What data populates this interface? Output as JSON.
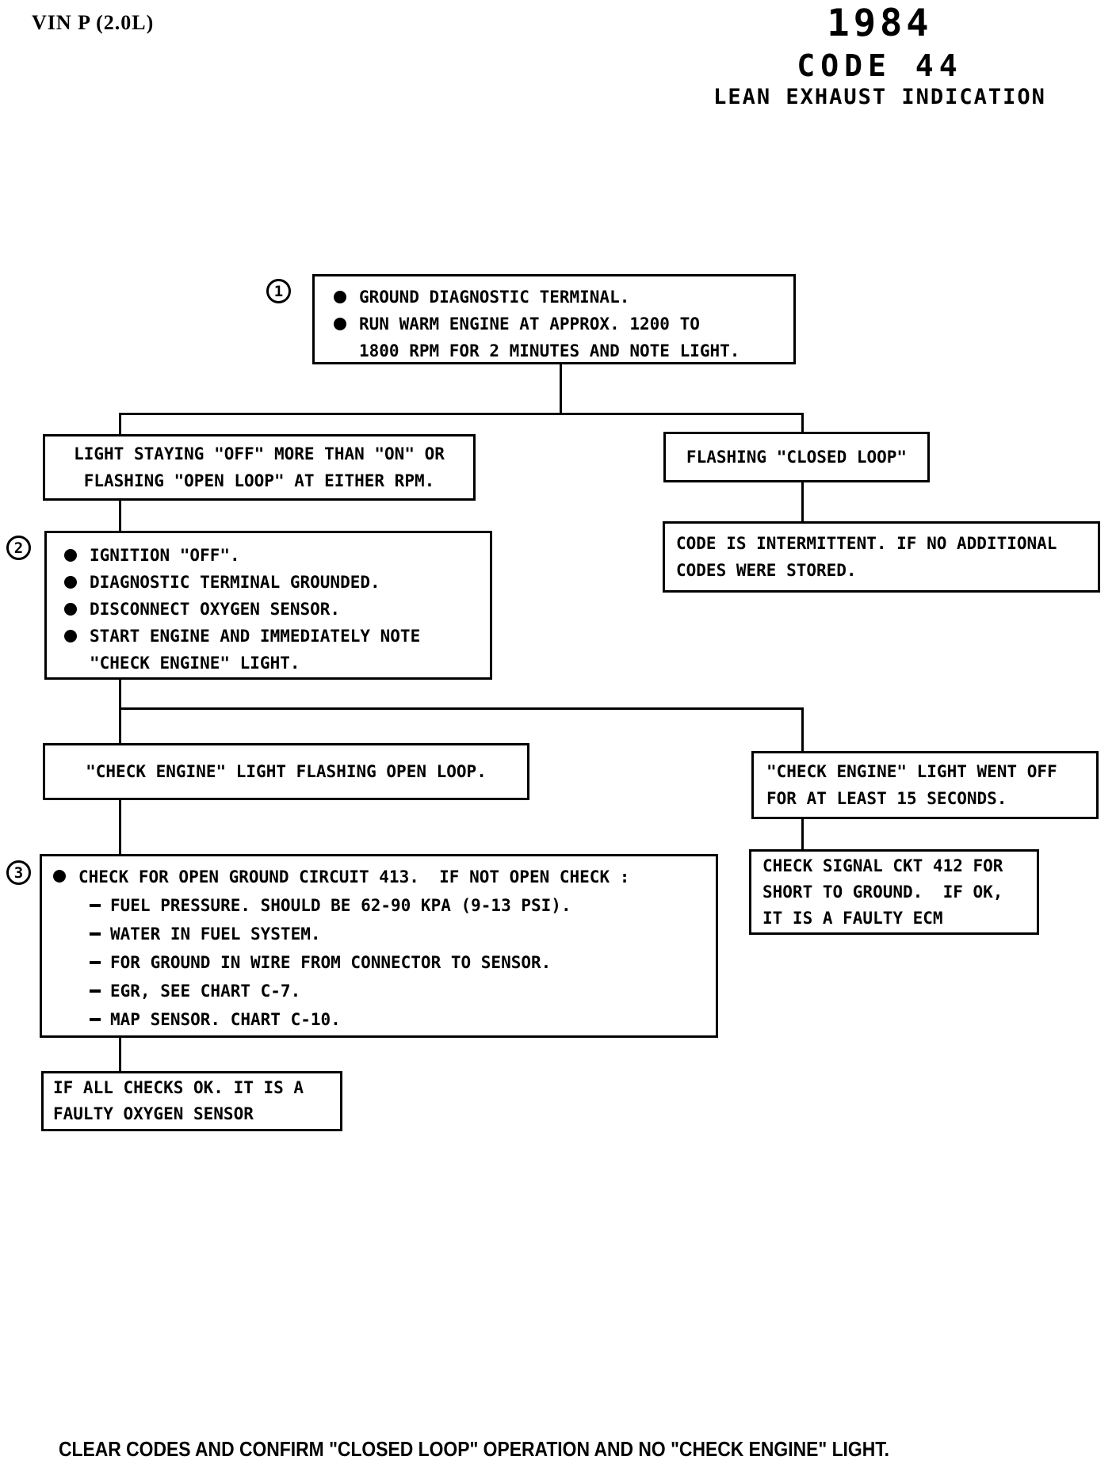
{
  "header": {
    "vin_label": "VIN P (2.0L)",
    "year": "1984",
    "code_title": "CODE 44",
    "subtitle": "LEAN EXHAUST INDICATION"
  },
  "flowchart": {
    "step1": {
      "number": "1",
      "bullet1": "GROUND DIAGNOSTIC TERMINAL.",
      "bullet2_line1": "RUN WARM ENGINE AT APPROX. 1200 TO",
      "bullet2_line2": "1800 RPM FOR 2 MINUTES AND NOTE LIGHT."
    },
    "light_off_box": {
      "line1": "LIGHT STAYING \"OFF\" MORE THAN \"ON\" OR",
      "line2": "FLASHING \"OPEN LOOP\" AT EITHER RPM."
    },
    "flashing_box": {
      "line1": "FLASHING \"CLOSED LOOP\""
    },
    "intermittent_box": {
      "line1": "CODE IS INTERMITTENT. IF NO ADDITIONAL",
      "line2": "CODES WERE STORED."
    },
    "step2": {
      "number": "2",
      "bullet1": "IGNITION \"OFF\".",
      "bullet2": "DIAGNOSTIC TERMINAL GROUNDED.",
      "bullet3": "DISCONNECT OXYGEN SENSOR.",
      "bullet4_line1": "START ENGINE AND IMMEDIATELY NOTE",
      "bullet4_line2": "\"CHECK ENGINE\" LIGHT."
    },
    "flash_open_box": {
      "line1": "\"CHECK ENGINE\" LIGHT FLASHING OPEN LOOP."
    },
    "went_off_box": {
      "line1": "\"CHECK ENGINE\" LIGHT WENT OFF",
      "line2": "FOR AT LEAST 15 SECONDS."
    },
    "check_signal_box": {
      "line1": "CHECK SIGNAL CKT 412 FOR",
      "line2": "SHORT TO GROUND.  IF OK,",
      "line3": "IT IS A FAULTY ECM"
    },
    "step3": {
      "number": "3",
      "bullet1": "CHECK FOR OPEN GROUND CIRCUIT 413.  IF NOT OPEN CHECK :",
      "item1": "FUEL PRESSURE. SHOULD BE 62-90 KPA (9-13 PSI).",
      "item2": "WATER IN FUEL SYSTEM.",
      "item3": "FOR GROUND IN WIRE FROM CONNECTOR TO SENSOR.",
      "item4": "EGR, SEE CHART C-7.",
      "item5": "MAP SENSOR. CHART C-10."
    },
    "oxygen_box": {
      "line1": "IF ALL CHECKS OK. IT IS A",
      "line2": "FAULTY OXYGEN SENSOR"
    }
  },
  "footer": {
    "text": "CLEAR CODES AND CONFIRM \"CLOSED LOOP\" OPERATION AND NO \"CHECK ENGINE\" LIGHT."
  },
  "colors": {
    "ink": "#000000",
    "paper": "#ffffff"
  }
}
